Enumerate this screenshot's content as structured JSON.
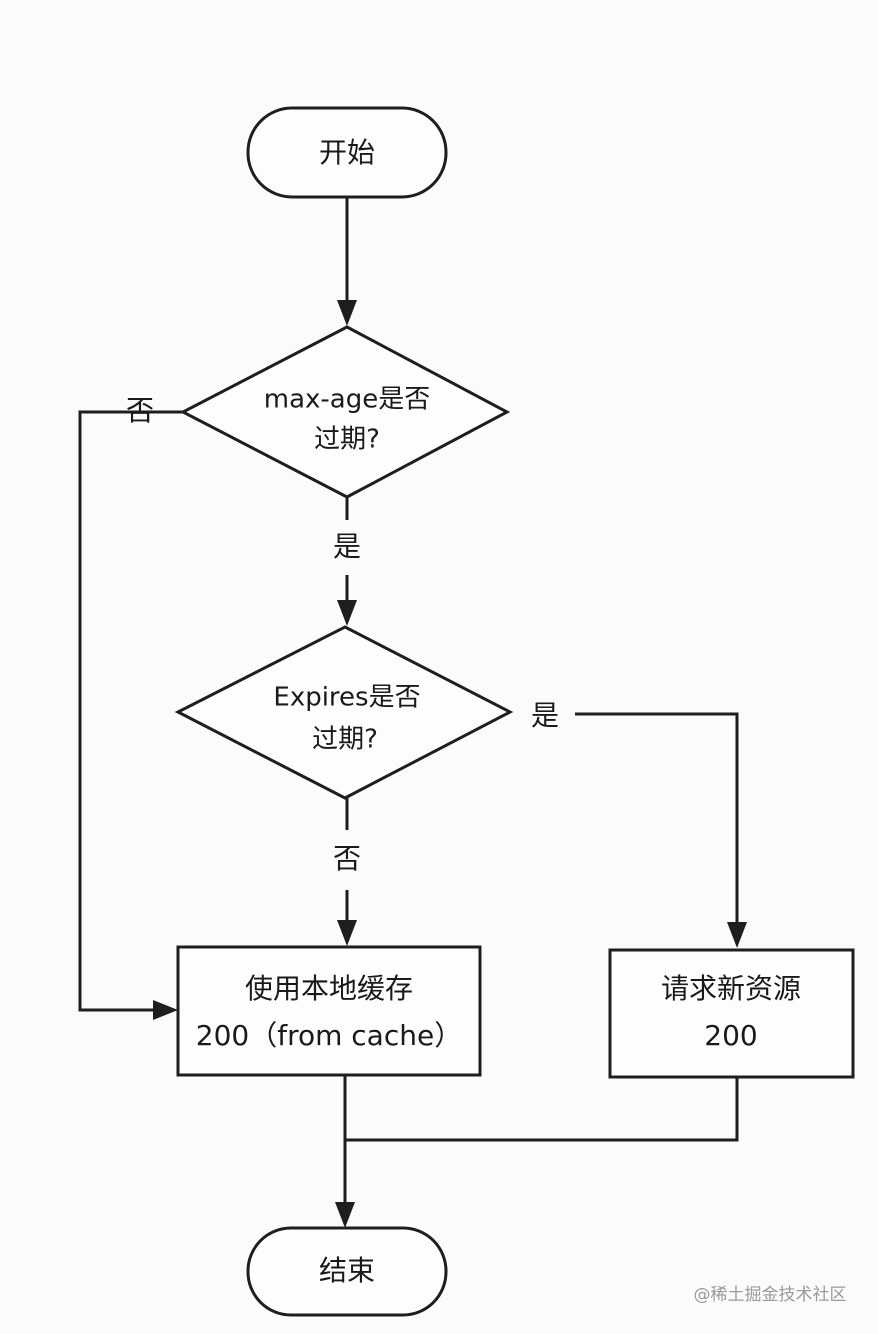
{
  "nodes": {
    "start": {
      "label": "开始"
    },
    "maxage": {
      "line1": "max-age是否",
      "line2": "过期?"
    },
    "expires": {
      "line1": "Expires是否",
      "line2": "过期?"
    },
    "local_cache": {
      "line1": "使用本地缓存",
      "line2": "200（from cache）"
    },
    "new_resource": {
      "line1": "请求新资源",
      "line2": "200"
    },
    "end": {
      "label": "结束"
    }
  },
  "edges": {
    "maxage_no": "否",
    "maxage_yes": "是",
    "expires_yes": "是",
    "expires_no": "否"
  },
  "watermark": "@稀土掘金技术社区",
  "colors": {
    "stroke": "#1e1e1e",
    "background": "#fbfbfa",
    "watermark": "#9a9a9a"
  }
}
